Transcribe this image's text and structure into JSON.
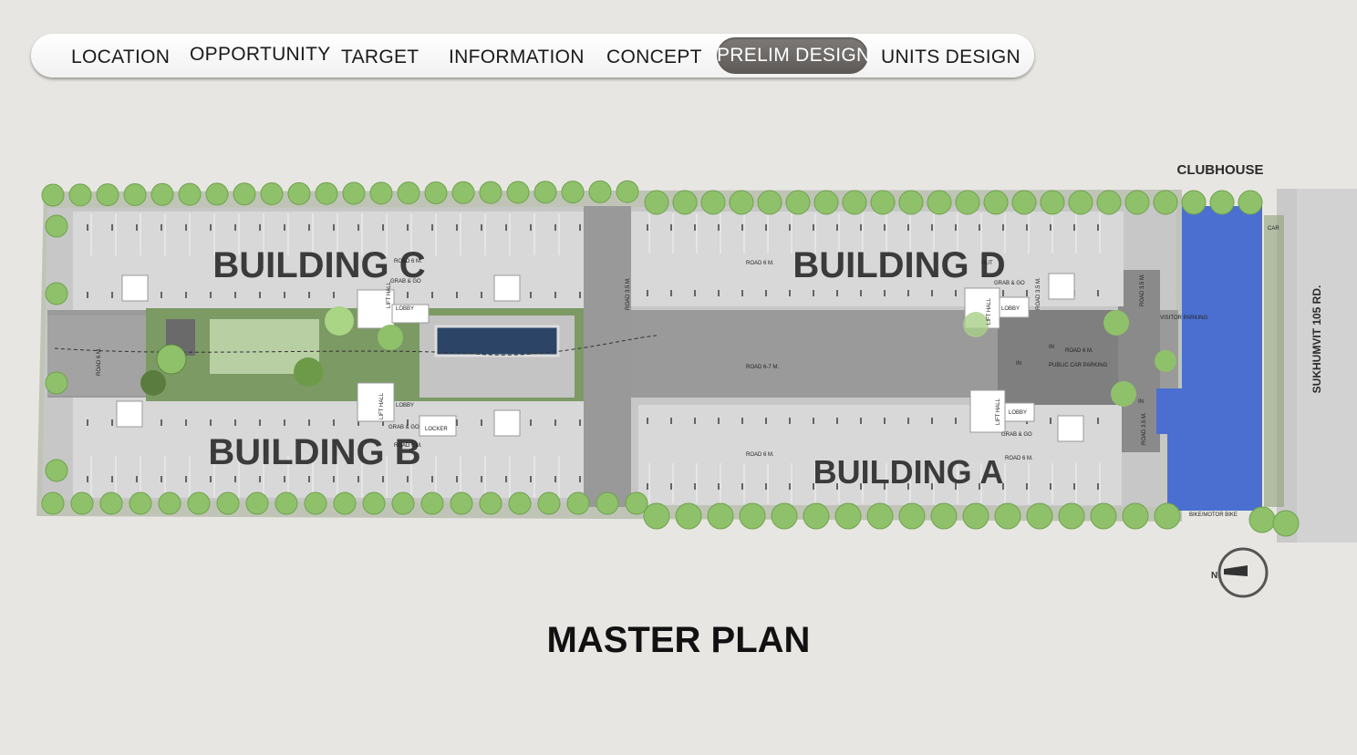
{
  "nav": {
    "items": [
      {
        "label": "LOCATION"
      },
      {
        "label": "OPPORTUNITY"
      },
      {
        "label": "TARGET"
      },
      {
        "label": "INFORMATION"
      },
      {
        "label": "CONCEPT"
      },
      {
        "label": "PRELIM DESIGN",
        "active": true
      },
      {
        "label": "UNITS DESIGN"
      }
    ]
  },
  "plan": {
    "buildings": {
      "c": "BUILDING C",
      "d": "BUILDING D",
      "b": "BUILDING B",
      "a": "BUILDING A"
    },
    "clubhouse": "CLUBHOUSE",
    "road_name": "SUKHUMVIT 105 RD.",
    "roads": {
      "road6_c": "ROAD 6 M.",
      "road6_d": "ROAD 6 M.",
      "road6_b": "ROAD 6 M.",
      "road6_a_left": "ROAD 6 M.",
      "road6_a_right": "ROAD 6 M.",
      "road67": "ROAD 6-7 M.",
      "road35_mid": "ROAD 3.5 M.",
      "road35_d": "ROAD 3.5 M.",
      "road35_right_top": "ROAD 3.5 M.",
      "road35_right_bottom": "ROAD 3.5 M.",
      "road6_left": "ROAD 6 M.",
      "road6_drop": "ROAD 6 M."
    },
    "labels": {
      "lobby_c": "LOBBY",
      "lobby_b": "LOBBY",
      "lobby_d": "LOBBY",
      "lobby_a": "LOBBY",
      "lift_hall_c": "LIFT HALL",
      "lift_hall_b": "LIFT HALL",
      "lift_hall_d": "LIFT HALL",
      "lift_hall_a": "LIFT HALL",
      "grab_c": "GRAB & GO",
      "grab_b": "GRAB & GO",
      "grab_d": "GRAB & GO",
      "grab_a": "GRAB & GO",
      "locker": "LOCKER",
      "public_parking": "PUBLIC CAR PARKING",
      "visitor_parking": "VISITOR PARKING",
      "in_top": "IN",
      "in_mid": "IN",
      "in_right": "IN",
      "out_top": "OUT",
      "bike": "BIKE/MOTOR BIKE",
      "car": "CAR",
      "north": "N"
    }
  },
  "title": "MASTER PLAN",
  "colors": {
    "background": "#e8e6e3",
    "building": "#d9d9d9",
    "road": "#9e9e9e",
    "tree": "#8fc16b",
    "clubhouse": "#4a6fd0",
    "active_tab": "#6b6866"
  }
}
